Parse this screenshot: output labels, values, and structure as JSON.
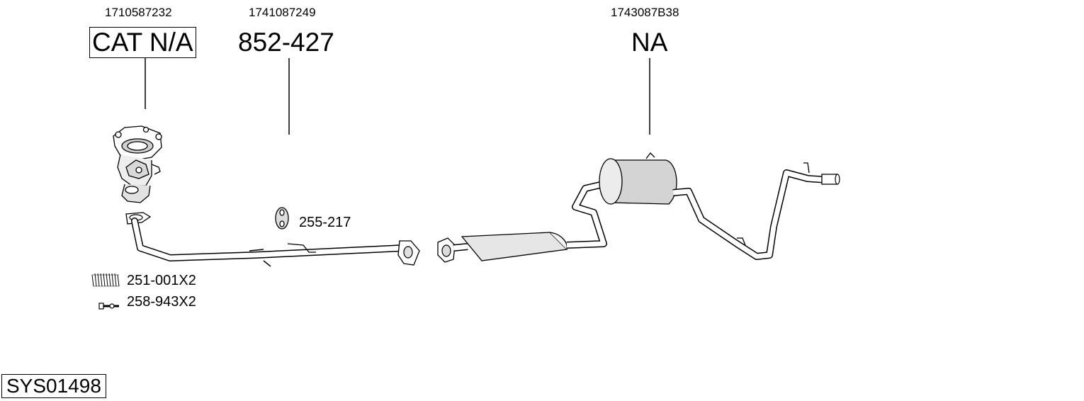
{
  "parts": [
    {
      "oe_number": "1710587232",
      "part_number": "CAT N/A",
      "name_ref": "catalytic-converter"
    },
    {
      "oe_number": "1741087249",
      "part_number": "852-427",
      "name_ref": "front-pipe"
    },
    {
      "oe_number": "1743087B38",
      "part_number": "NA",
      "name_ref": "rear-silencer"
    }
  ],
  "accessories": [
    {
      "code": "255-217",
      "icon": "rubber-hanger-icon"
    },
    {
      "code": "251-001X2",
      "icon": "spring-icon"
    },
    {
      "code": "258-943X2",
      "icon": "bolt-icon"
    }
  ],
  "system_code": "SYS01498"
}
